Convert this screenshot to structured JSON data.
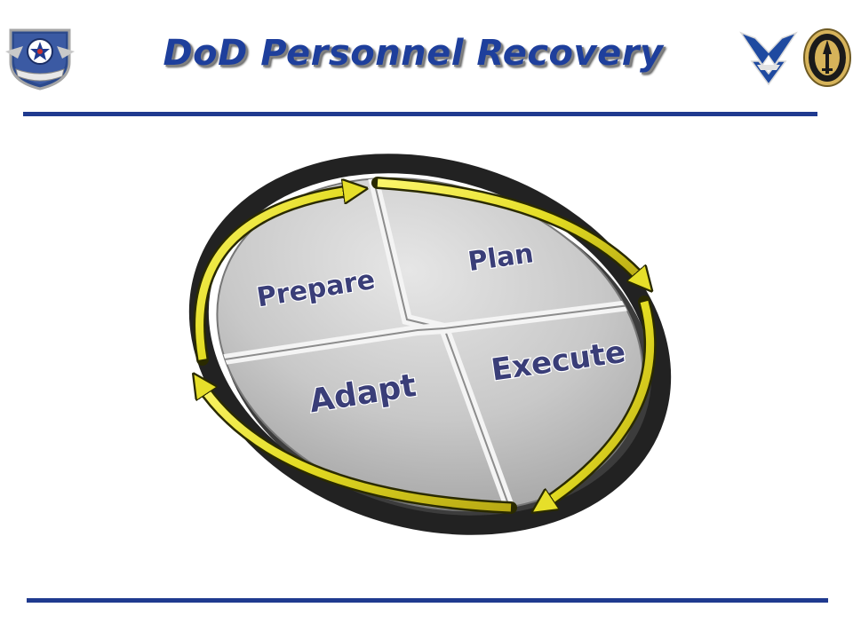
{
  "slide": {
    "title": "DoD Personnel Recovery"
  },
  "logos": {
    "left": {
      "icon": "afsoc-emblem-icon"
    },
    "right_1": {
      "icon": "air-force-symbol-icon"
    },
    "right_2": {
      "icon": "socom-emblem-icon"
    }
  },
  "diagram": {
    "phases": [
      {
        "label": "Plan"
      },
      {
        "label": "Execute"
      },
      {
        "label": "Adapt"
      },
      {
        "label": "Prepare"
      }
    ]
  },
  "colors": {
    "title": "#1e3f9c",
    "rule": "#1f3a8f",
    "arrow": "#e6e02b",
    "disc": "#c4c4c4",
    "label": "#3a3e78"
  }
}
